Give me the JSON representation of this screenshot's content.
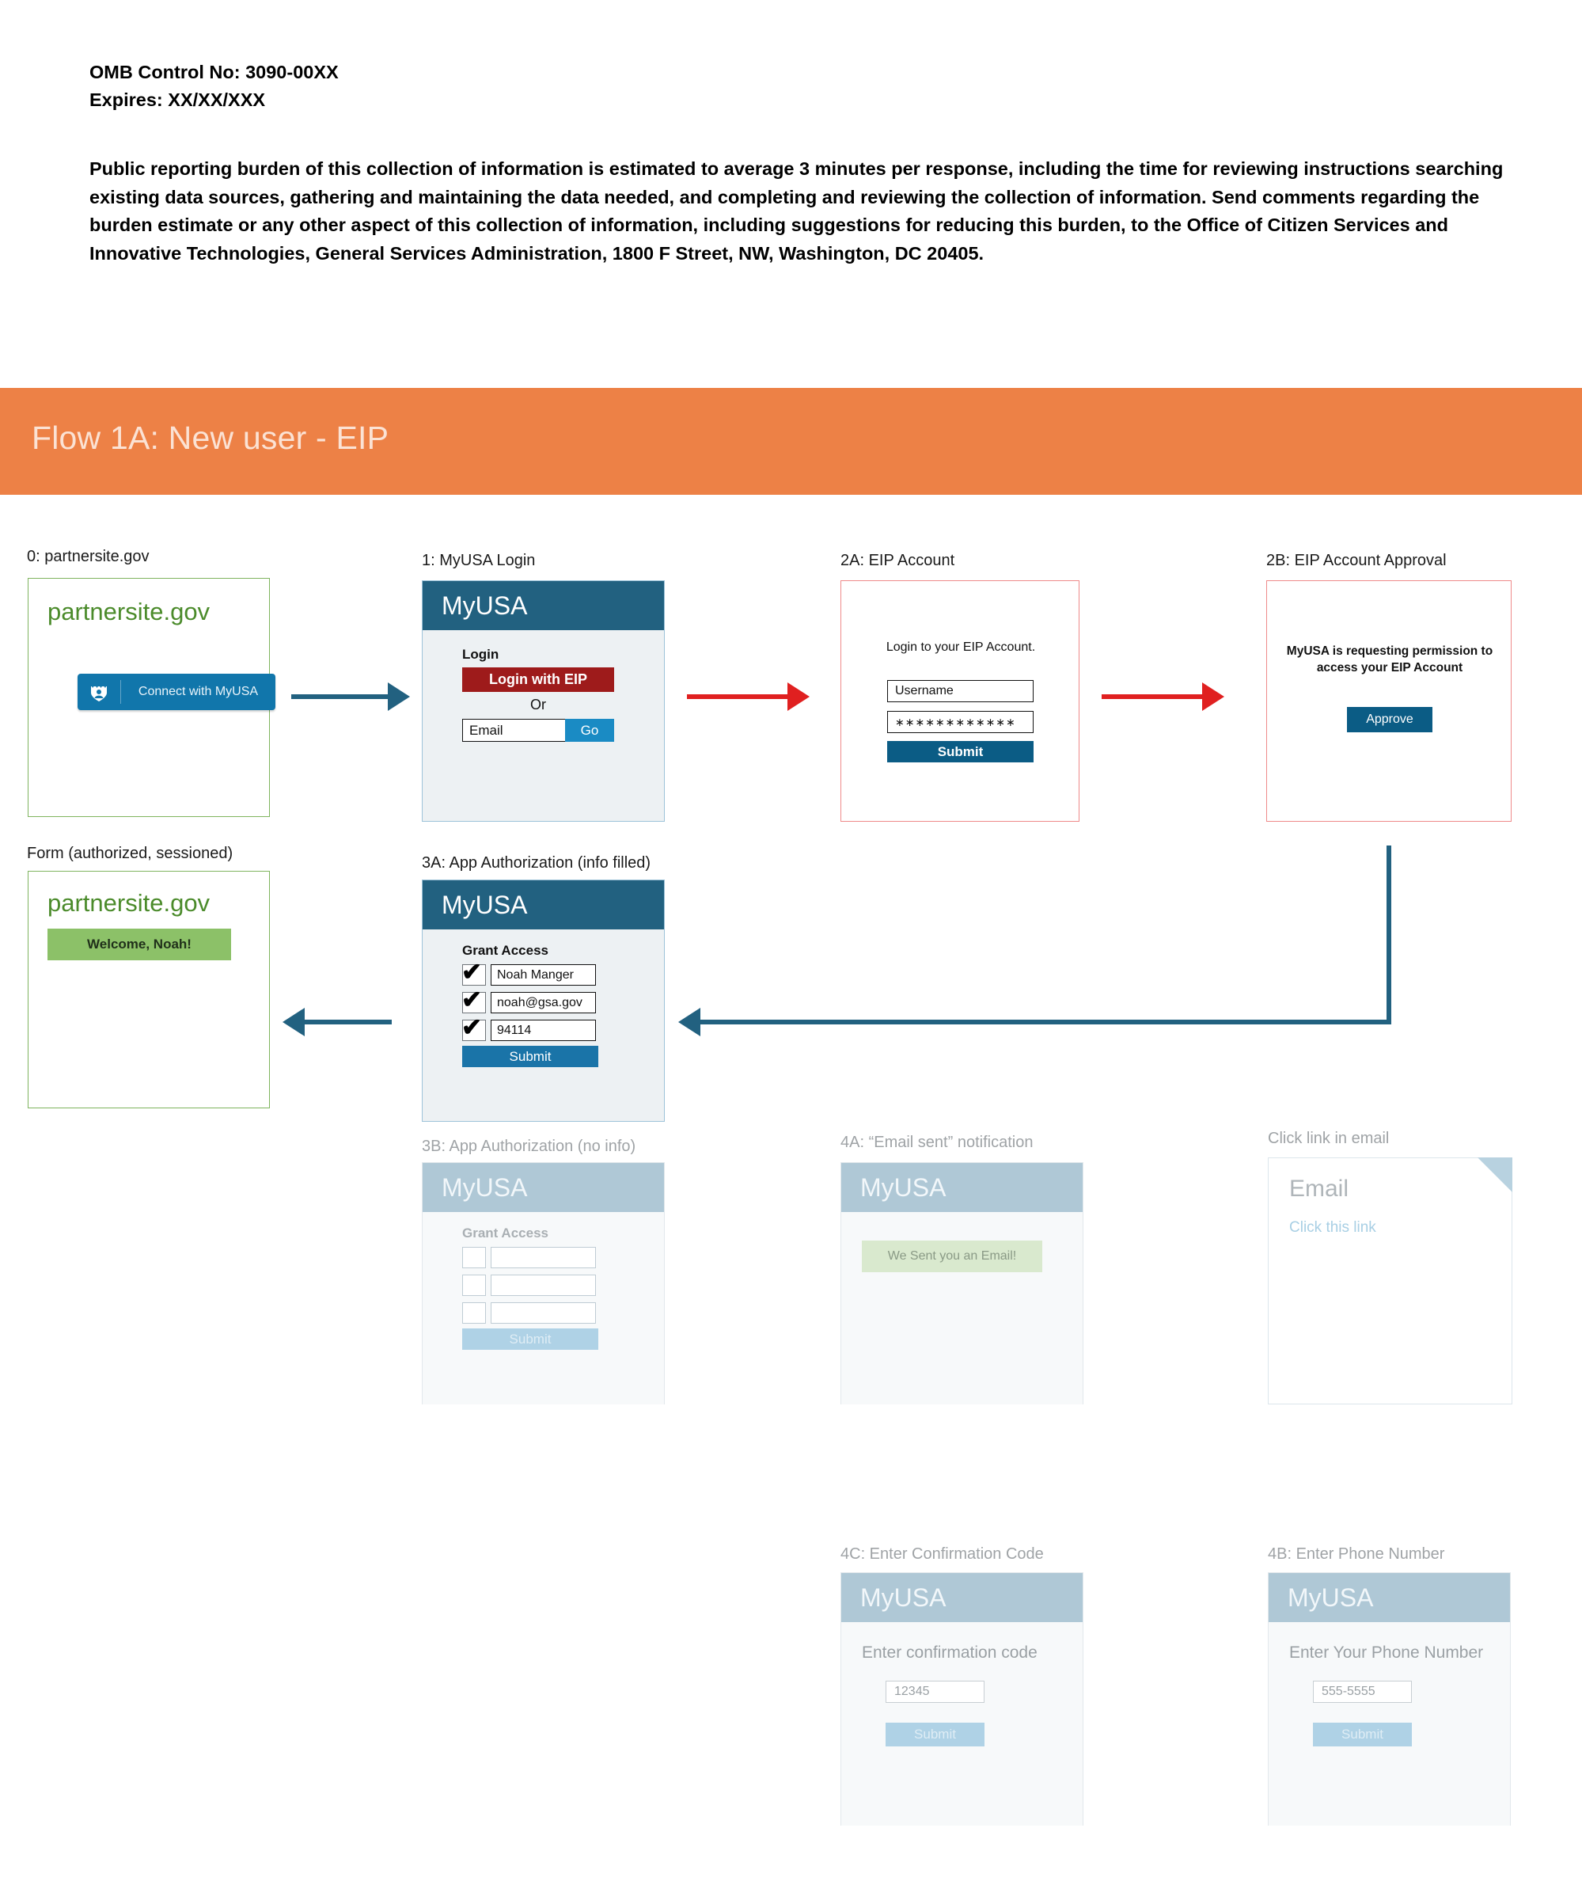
{
  "omb": {
    "control_no": "OMB Control No: 3090-00XX",
    "expires": "Expires: XX/XX/XXX",
    "burden": "Public reporting burden of this collection of information is estimated to average 3 minutes per response, including the time for reviewing instructions searching existing data sources, gathering and maintaining the data needed, and completing and reviewing the collection of information. Send comments regarding the burden estimate or any other aspect of this collection of information, including suggestions for reducing this burden, to the Office of Citizen Services and Innovative Technologies, General Services Administration, 1800 F Street, NW, Washington, DC 20405."
  },
  "banner": {
    "title": "Flow 1A: New user - EIP",
    "background": "#ED8146",
    "text_color": "#FBE2D4"
  },
  "colors": {
    "myusa_blue": "#226180",
    "myusa_blue_faded": "#AFC8D6",
    "eip_red": "#9E1B1B",
    "connector_blue": "#226180",
    "connector_red": "#E02020",
    "partner_green": "#4B8B2B",
    "welcome_green": "#8CC168",
    "panel_green_border": "#7FB45E",
    "panel_red_border": "#EF8A8A"
  },
  "panels": {
    "step0": {
      "caption": "0: partnersite.gov",
      "logo": "partnersite.gov",
      "connect_button": "Connect with MyUSA",
      "shield_icon": "shield-icon"
    },
    "step1": {
      "caption": "1: MyUSA Login",
      "brand": "MyUSA",
      "login_label": "Login",
      "eip_button": "Login with EIP",
      "or": "Or",
      "email_placeholder": "Email",
      "go_button": "Go"
    },
    "step2a": {
      "caption": "2A: EIP Account",
      "prompt": "Login to your EIP Account.",
      "username_value": "Username",
      "password_value": "∗∗∗∗∗∗∗∗∗∗∗∗",
      "submit": "Submit"
    },
    "step2b": {
      "caption": "2B: EIP Account Approval",
      "message_line1": "MyUSA is requesting permission to",
      "message_line2": "access your EIP Account",
      "approve": "Approve"
    },
    "form": {
      "caption": "Form (authorized, sessioned)",
      "logo": "partnersite.gov",
      "welcome": "Welcome, Noah!"
    },
    "step3a": {
      "caption": "3A: App Authorization (info filled)",
      "brand": "MyUSA",
      "grant_label": "Grant Access",
      "fields": [
        {
          "checked": true,
          "value": "Noah Manger"
        },
        {
          "checked": true,
          "value": "noah@gsa.gov"
        },
        {
          "checked": true,
          "value": "94114"
        }
      ],
      "submit": "Submit"
    },
    "step3b": {
      "caption": "3B: App Authorization (no info)",
      "brand": "MyUSA",
      "grant_label": "Grant Access",
      "fields": [
        {
          "checked": false,
          "value": ""
        },
        {
          "checked": false,
          "value": ""
        },
        {
          "checked": false,
          "value": ""
        }
      ],
      "submit": "Submit"
    },
    "step4a": {
      "caption": "4A: “Email sent” notification",
      "brand": "MyUSA",
      "notification": "We Sent you an Email!"
    },
    "email": {
      "caption": "Click link in email",
      "title": "Email",
      "link": "Click this link"
    },
    "step4c": {
      "caption": "4C: Enter Confirmation Code",
      "brand": "MyUSA",
      "prompt": "Enter confirmation code",
      "input_value": "12345",
      "submit": "Submit"
    },
    "step4b": {
      "caption": "4B: Enter Phone Number",
      "brand": "MyUSA",
      "prompt": "Enter Your Phone Number",
      "input_value": "555-5555",
      "submit": "Submit"
    }
  }
}
